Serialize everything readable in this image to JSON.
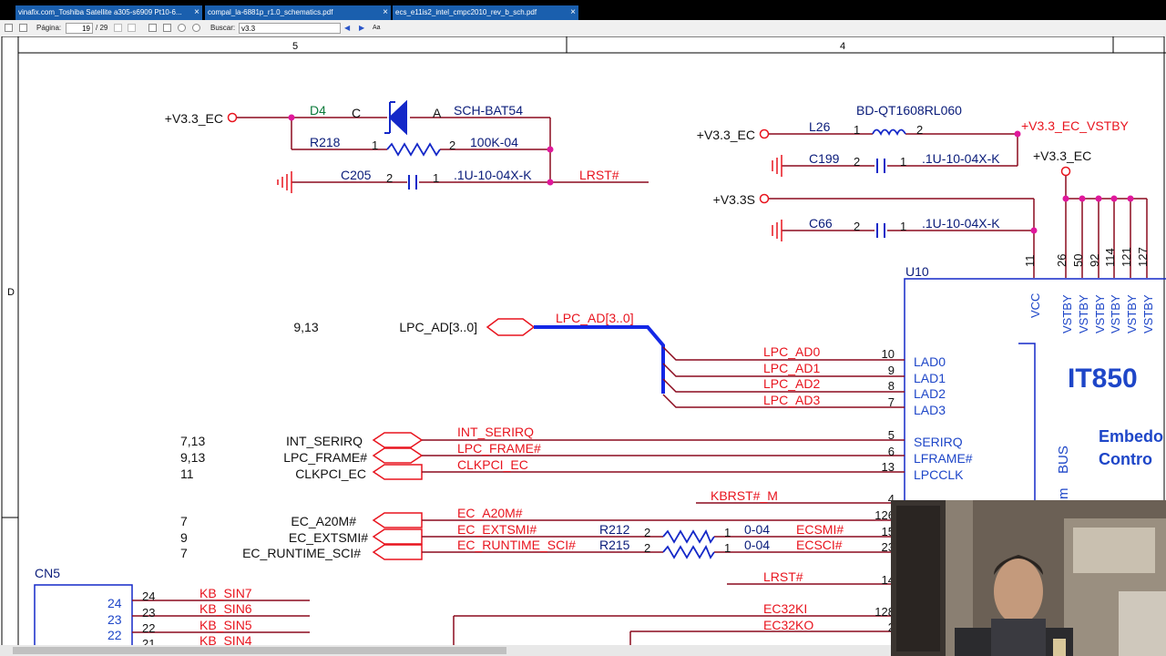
{
  "tabs": [
    {
      "title": "vinafix.com_Toshiba Satellite a305-s6909 Pt10-6...",
      "close": "×"
    },
    {
      "title": "compal_la-6881p_r1.0_schematics.pdf",
      "close": "×"
    },
    {
      "title": "ecs_e11is2_intel_cmpc2010_rev_b_sch.pdf",
      "close": "×"
    }
  ],
  "toolbar": {
    "page_label": "Página:",
    "page_current": "19",
    "page_total": "/ 29",
    "search_label": "Buscar:",
    "search_value": "v3.3"
  },
  "frame": {
    "col_5": "5",
    "col_4": "4",
    "row_d": "D"
  },
  "schematic": {
    "top": {
      "v33ec_1": "+V3.3_EC",
      "d4": "D4",
      "c_pin": "C",
      "a_pin": "A",
      "d4_part": "SCH-BAT54",
      "r218": "R218",
      "r218_p1": "1",
      "r218_p2": "2",
      "r218_val": "100K-04",
      "c205": "C205",
      "c205_p2": "2",
      "c205_p1": "1",
      "c205_val": ".1U-10-04X-K",
      "lrst": "LRST#"
    },
    "power": {
      "l26_part": "BD-QT1608RL060",
      "v33ec_2": "+V3.3_EC",
      "l26": "L26",
      "l26_p1": "1",
      "l26_p2": "2",
      "vstby": "+V3.3_EC_VSTBY",
      "c199": "C199",
      "c199_p2": "2",
      "c199_p1": "1",
      "c199_val": ".1U-10-04X-K",
      "v33ec_3": "+V3.3_EC",
      "v33s": "+V3.3S",
      "c66": "C66",
      "c66_p2": "2",
      "c66_p1": "1",
      "c66_val": ".1U-10-04X-K"
    },
    "lpc": {
      "ref": "9,13",
      "port": "LPC_AD[3..0]",
      "bus": "LPC_AD[3..0]",
      "ad0": "LPC_AD0",
      "ad1": "LPC_AD1",
      "ad2": "LPC_AD2",
      "ad3": "LPC_AD3",
      "p10": "10",
      "p9": "9",
      "p8": "8",
      "p7": "7"
    },
    "ctrl": {
      "ref1": "7,13",
      "ref2": "9,13",
      "ref3": "11",
      "port1": "INT_SERIRQ",
      "port2": "LPC_FRAME#",
      "port3": "CLKPCI_EC",
      "net1": "INT_SERIRQ",
      "net2": "LPC_FRAME#",
      "net3": "CLKPCI_EC",
      "p5": "5",
      "p6": "6",
      "p13": "13"
    },
    "ec": {
      "kbrst": "KBRST#_M",
      "p4": "4",
      "ref1": "7",
      "ref2": "9",
      "ref3": "7",
      "port1": "EC_A20M#",
      "port2": "EC_EXTSMI#",
      "port3": "EC_RUNTIME_SCI#",
      "net1": "EC_A20M#",
      "net2": "EC_EXTSMI#",
      "net3": "EC_RUNTIME_SCI#",
      "p126": "126",
      "r212": "R212",
      "r212_p2": "2",
      "r212_p1": "1",
      "r212_val": "0-04",
      "ecsmi": "ECSMI#",
      "p15": "15",
      "r215": "R215",
      "r215_p2": "2",
      "r215_p1": "1",
      "r215_val": "0-04",
      "ecsci": "ECSCI#",
      "p23": "23",
      "lrst": "LRST#",
      "p14": "14",
      "ec32ki": "EC32KI",
      "p128": "128",
      "ec32ko": "EC32KO",
      "p2": "2"
    },
    "cn5": {
      "ref": "CN5",
      "pins": [
        "24",
        "23",
        "22",
        "21"
      ],
      "pin_outer": [
        "24",
        "23",
        "22",
        "21"
      ],
      "nets": [
        "KB_SIN7",
        "KB_SIN6",
        "KB_SIN5",
        "KB_SIN4"
      ]
    },
    "u10": {
      "ref": "U10",
      "pin_vcc": "11",
      "pins_vstby": [
        "26",
        "50",
        "92",
        "114",
        "121",
        "127"
      ],
      "vcc": "VCC",
      "vstby": "VSTBY",
      "lad0": "LAD0",
      "lad1": "LAD1",
      "lad2": "LAD2",
      "lad3": "LAD3",
      "serirq": "SERIRQ",
      "lframe": "LFRAME#",
      "lpcclk": "LPCCLK",
      "chip": "IT850",
      "desc1": "Embedo",
      "desc2": "Contro",
      "bus": "BUS",
      "bus_m": "m"
    }
  },
  "colors": {
    "wire": "#8b0a1e",
    "net_label": "#e8141e",
    "ref_label": "#0a1c7a",
    "junction": "#e0189c",
    "component": "#1428c8",
    "chip_text": "#1e46c8"
  }
}
